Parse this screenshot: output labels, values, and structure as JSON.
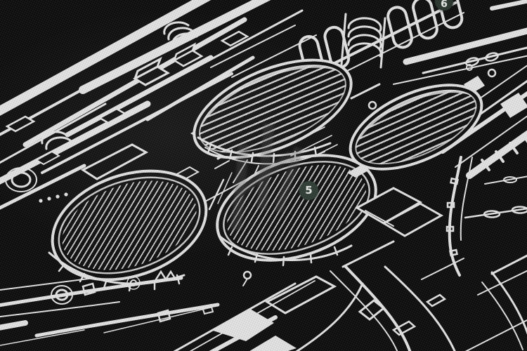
{
  "photo": {
    "description": "Close-up photograph of black woven fabric printed with a white line-art technical blueprint of a spaceship hull, viewed at a diagonal angle",
    "print_style": "white outline schematic with hatched elliptical vents, pipes, mechanical greebles and numbered part callouts"
  },
  "markers": [
    {
      "label": "5"
    },
    {
      "label": "6"
    }
  ],
  "colors": {
    "fabric_black": "#0a0a0a",
    "print_white": "#e8e8e8",
    "callout_circle_green": "#2b3a31",
    "callout_number": "#e8ece8",
    "watermark_gray": "#6b6b6b"
  }
}
